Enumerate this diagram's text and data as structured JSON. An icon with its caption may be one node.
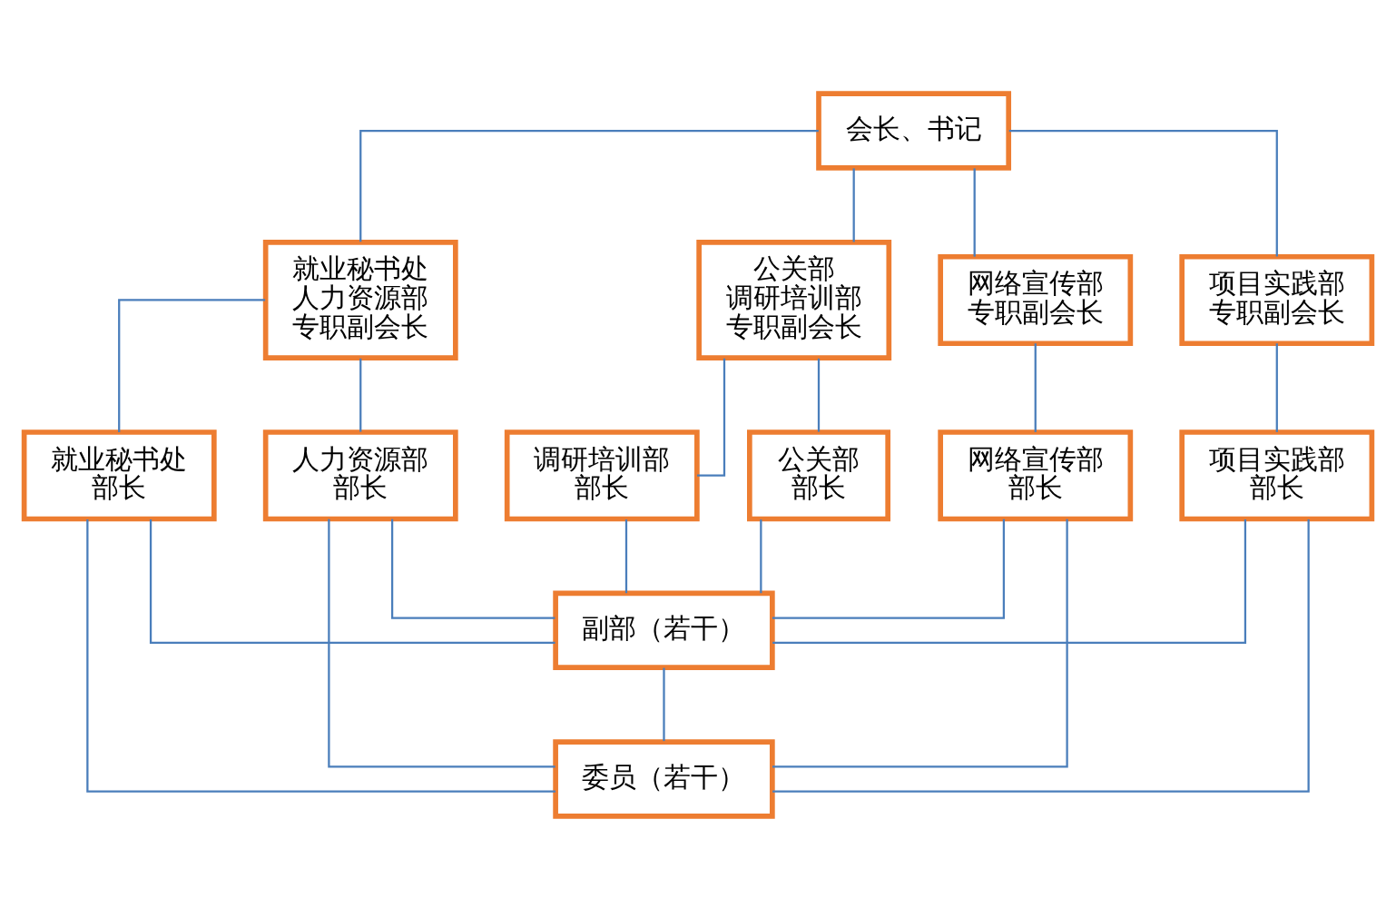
{
  "diagram": {
    "nodes": [
      {
        "text": [
          "会长、书记"
        ]
      },
      {
        "text": [
          "就业秘书处",
          "人力资源部",
          "专职副会长"
        ]
      },
      {
        "text": [
          "公关部",
          "调研培训部",
          "专职副会长"
        ]
      },
      {
        "text": [
          "网络宣传部",
          "专职副会长"
        ]
      },
      {
        "text": [
          "项目实践部",
          "专职副会长"
        ]
      },
      {
        "text": [
          "就业秘书处",
          "部长"
        ]
      },
      {
        "text": [
          "人力资源部",
          "部长"
        ]
      },
      {
        "text": [
          "调研培训部",
          "部长"
        ]
      },
      {
        "text": [
          "公关部",
          "部长"
        ]
      },
      {
        "text": [
          "网络宣传部",
          "部长"
        ]
      },
      {
        "text": [
          "项目实践部",
          "部长"
        ]
      },
      {
        "text": [
          "副部（若干）"
        ]
      },
      {
        "text": [
          "委员（若干）"
        ]
      }
    ],
    "edges": [
      {
        "from": 0,
        "to": 1,
        "arrow": "none"
      },
      {
        "from": 0,
        "to": 2,
        "arrow": "none"
      },
      {
        "from": 0,
        "to": 3,
        "arrow": "none"
      },
      {
        "from": 0,
        "to": 4,
        "arrow": "none"
      },
      {
        "from": 1,
        "to": 5,
        "arrow": "none"
      },
      {
        "from": 1,
        "to": 6,
        "arrow": "none"
      },
      {
        "from": 2,
        "to": 7,
        "arrow": "none"
      },
      {
        "from": 2,
        "to": 8,
        "arrow": "none"
      },
      {
        "from": 3,
        "to": 9,
        "arrow": "none"
      },
      {
        "from": 4,
        "to": 10,
        "arrow": "none"
      },
      {
        "from": 5,
        "to": 11,
        "arrow": "none"
      },
      {
        "from": 6,
        "to": 11,
        "arrow": "none"
      },
      {
        "from": 5,
        "to": 12,
        "arrow": "none"
      },
      {
        "from": 6,
        "to": 12,
        "arrow": "none"
      },
      {
        "from": 7,
        "to": 11,
        "arrow": "none"
      },
      {
        "from": 8,
        "to": 11,
        "arrow": "none"
      },
      {
        "from": 9,
        "to": 11,
        "arrow": "none"
      },
      {
        "from": 9,
        "to": 12,
        "arrow": "none"
      },
      {
        "from": 10,
        "to": 11,
        "arrow": "none"
      },
      {
        "from": 10,
        "to": 12,
        "arrow": "none"
      },
      {
        "from": 11,
        "to": 12,
        "arrow": "none"
      }
    ]
  }
}
